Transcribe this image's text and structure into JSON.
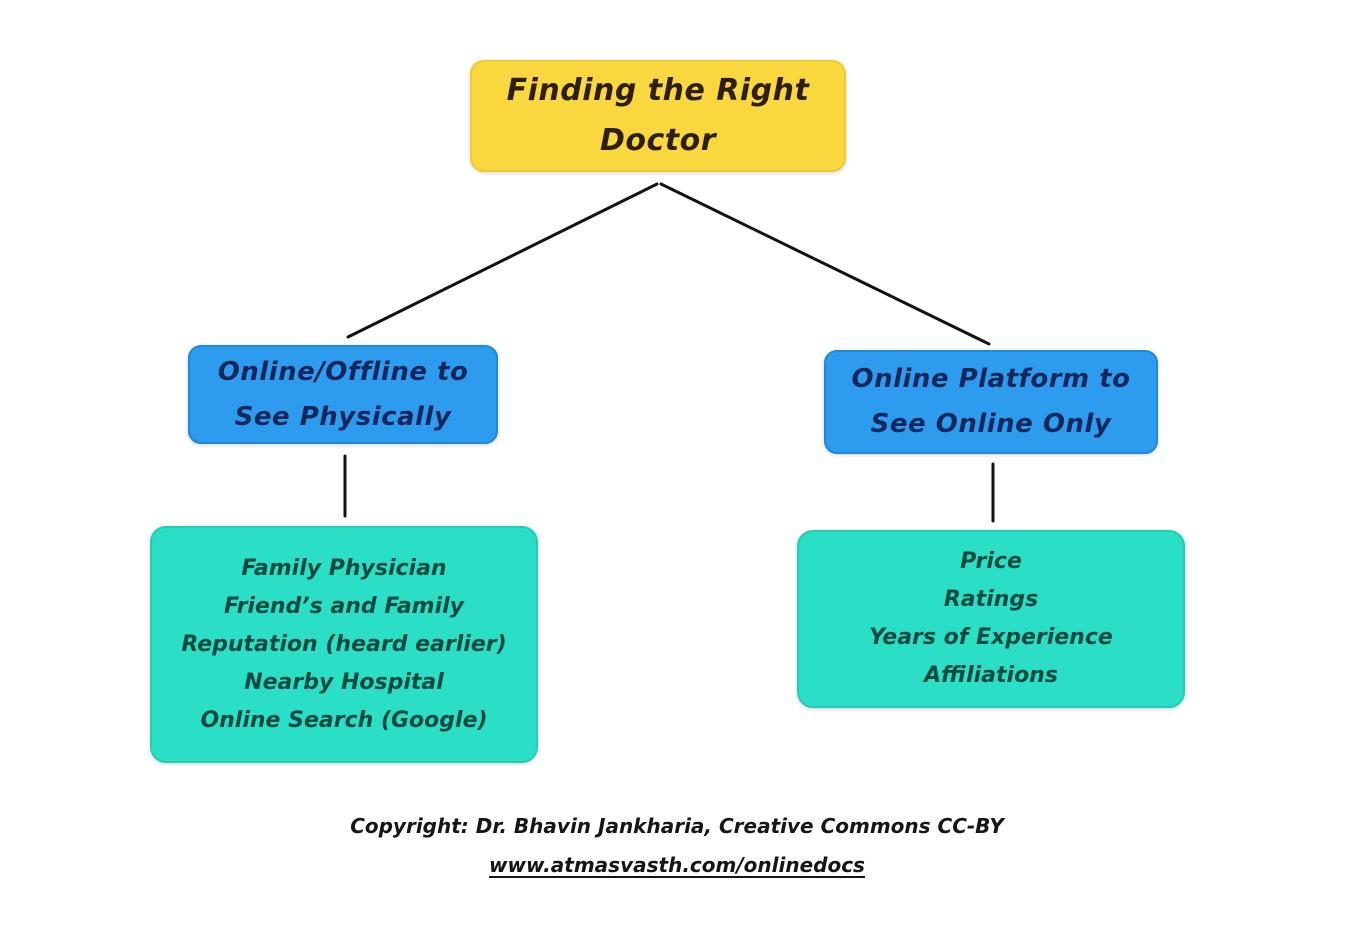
{
  "diagram": {
    "title": "Finding the Right Doctor",
    "root": {
      "lines": [
        "Finding the Right",
        "Doctor"
      ]
    },
    "branches": {
      "left": {
        "lines": [
          "Online/Offline to",
          "See Physically"
        ]
      },
      "right": {
        "lines": [
          "Online Platform to",
          "See Online Only"
        ]
      }
    },
    "leaves": {
      "left": {
        "items": [
          "Family Physician",
          "Friend’s and Family",
          "Reputation (heard earlier)",
          "Nearby Hospital",
          "Online Search (Google)"
        ]
      },
      "right": {
        "items": [
          "Price",
          "Ratings",
          "Years of Experience",
          "Affiliations"
        ]
      }
    }
  },
  "footer": {
    "copyright": "Copyright: Dr. Bhavin Jankharia, Creative Commons CC-BY",
    "link": "www.atmasvasth.com/onlinedocs"
  },
  "colors": {
    "root_fill": "#f8d73f",
    "branch_fill": "#2d9cee",
    "leaf_fill": "#2bdfc7",
    "root_text": "#2d1e10",
    "branch_text": "#14275c",
    "leaf_text": "#0a4a3f",
    "connector_line": "#121212",
    "background": "#ffffff"
  }
}
